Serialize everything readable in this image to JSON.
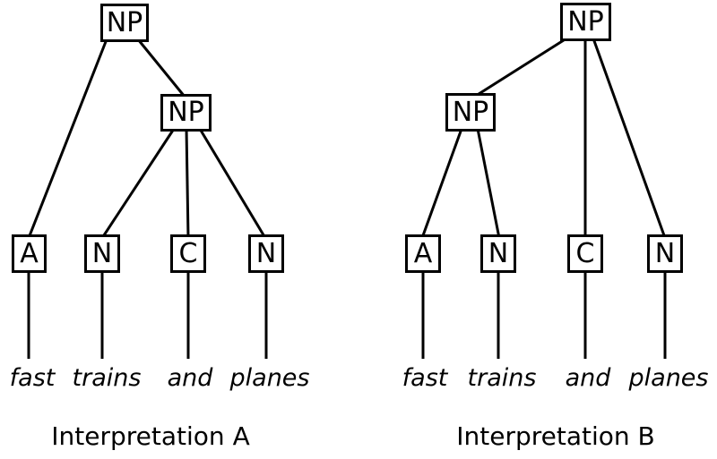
{
  "colors": {
    "background": "#ffffff",
    "line": "#000000",
    "text": "#000000"
  },
  "trees": [
    {
      "caption": "Interpretation A",
      "root_label": "NP",
      "inner_label": "NP",
      "leaves": [
        {
          "label": "A",
          "word": "fast"
        },
        {
          "label": "N",
          "word": "trains"
        },
        {
          "label": "C",
          "word": "and"
        },
        {
          "label": "N",
          "word": "planes"
        }
      ]
    },
    {
      "caption": "Interpretation B",
      "root_label": "NP",
      "inner_label": "NP",
      "leaves": [
        {
          "label": "A",
          "word": "fast"
        },
        {
          "label": "N",
          "word": "trains"
        },
        {
          "label": "C",
          "word": "and"
        },
        {
          "label": "N",
          "word": "planes"
        }
      ]
    }
  ]
}
